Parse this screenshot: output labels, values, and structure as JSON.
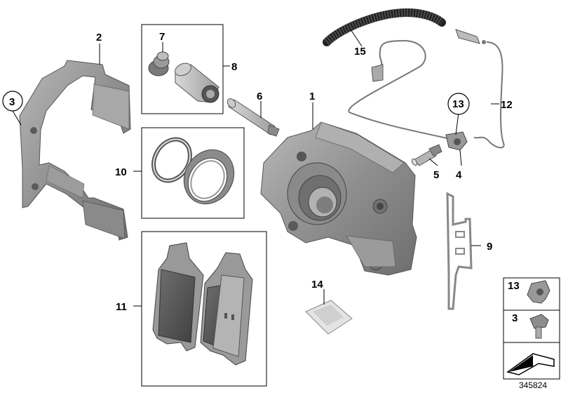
{
  "callouts": {
    "c1": "1",
    "c2": "2",
    "c3": "3",
    "c4": "4",
    "c5": "5",
    "c6": "6",
    "c7": "7",
    "c8": "8",
    "c9": "9",
    "c10": "10",
    "c11": "11",
    "c12": "12",
    "c13": "13",
    "c14": "14",
    "c15": "15"
  },
  "legend": {
    "l13": "13",
    "l3": "3"
  },
  "reference_number": "345824",
  "icons": [
    "brake-carrier-icon",
    "caliper-icon",
    "brake-pads-icon",
    "seal-ring-icon",
    "guide-bolt-icon",
    "bleeder-valve-icon",
    "spring-clip-icon",
    "wear-sensor-icon",
    "grease-packet-icon",
    "cable-clip-icon",
    "screw-icon",
    "corner-arrow-icon"
  ],
  "colors": {
    "part_dark": "#7d7d7d",
    "part_mid": "#9a9a9a",
    "part_light": "#c4c4c4",
    "outline": "#000000"
  }
}
